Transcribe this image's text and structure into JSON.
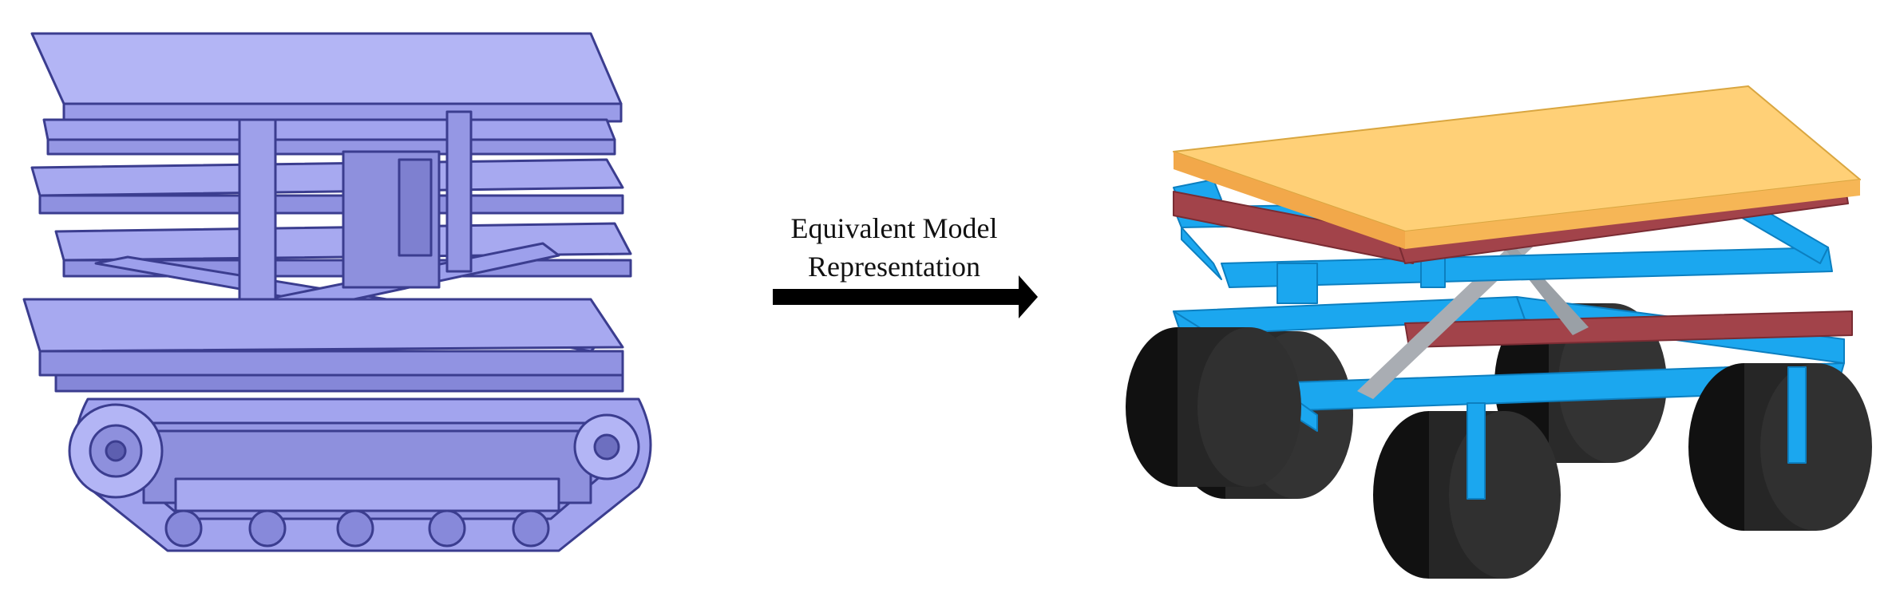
{
  "caption": {
    "line1": "Equivalent Model",
    "line2": "Representation"
  },
  "colors": {
    "cad_fill": "#a7a9f0",
    "cad_stroke": "#3b3d8f",
    "frame_blue": "#19aaf2",
    "link_red": "#a2434a",
    "platform_yellow": "#ffcf73",
    "wheel_dark": "#1f1f1f",
    "arrow": "#000000"
  },
  "icons": [
    "right-arrow"
  ]
}
